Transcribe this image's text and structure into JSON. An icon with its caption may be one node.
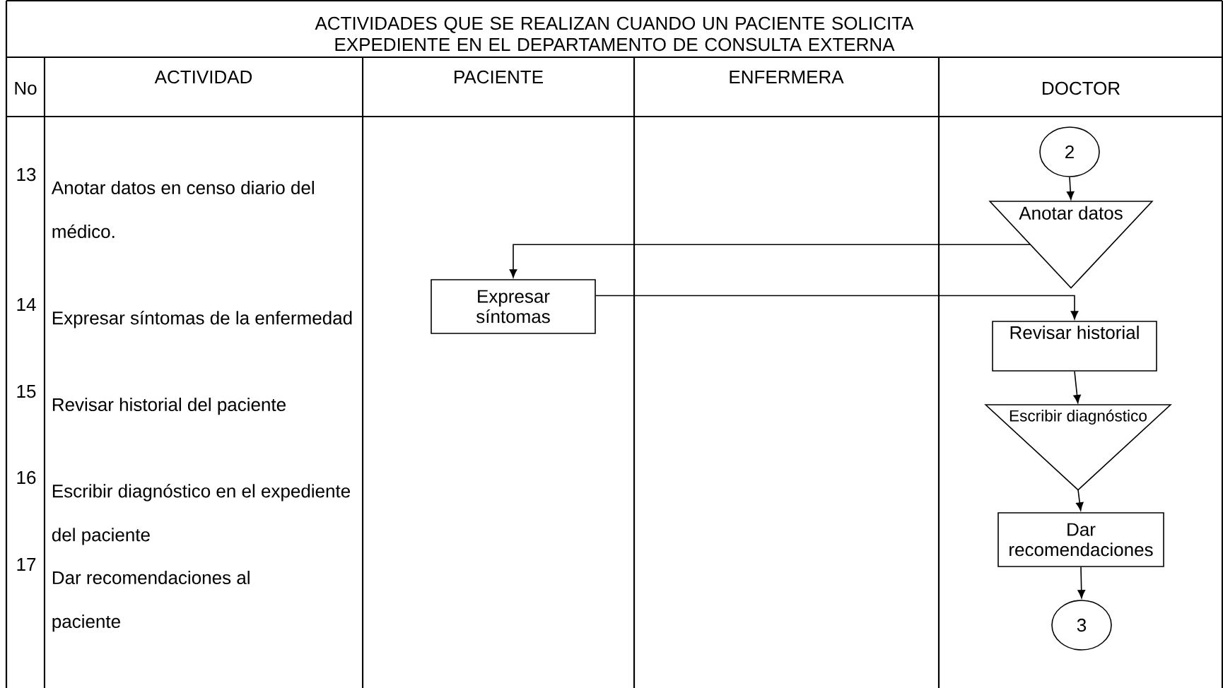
{
  "diagram": {
    "title": "ACTIVIDADES QUE SE REALIZAN CUANDO UN PACIENTE SOLICITA EXPEDIENTE EN EL DEPARTAMENTO DE CONSULTA EXTERNA",
    "nodes": [
      {
        "text": [
          "2"
        ]
      },
      {
        "text": [
          "Anotar datos"
        ]
      },
      {
        "text": [
          "Expresar síntomas"
        ]
      },
      {
        "text": [
          "Revisar historial"
        ]
      },
      {
        "text": [
          "Escribir diagnóstico"
        ]
      },
      {
        "text": [
          "Dar recomendaciones"
        ]
      },
      {
        "text": [
          "3"
        ]
      }
    ],
    "edges": [
      {
        "from": 0,
        "to": 1,
        "arrow": "to"
      },
      {
        "from": 1,
        "to": 2,
        "arrow": "to"
      },
      {
        "from": 2,
        "to": 3,
        "arrow": "to"
      },
      {
        "from": 3,
        "to": 4,
        "arrow": "to"
      },
      {
        "from": 4,
        "to": 5,
        "arrow": "to"
      },
      {
        "from": 5,
        "to": 6,
        "arrow": "to"
      }
    ],
    "labels": [
      "No",
      "ACTIVIDAD",
      "PACIENTE",
      "ENFERMERA",
      "DOCTOR",
      "13",
      "Anotar datos en censo diario del médico.",
      "14",
      "Expresar síntomas de la enfermedad",
      "15",
      "Revisar historial del paciente",
      "16",
      "Escribir diagnóstico en el expediente del paciente",
      "17",
      "Dar recomendaciones al paciente"
    ]
  }
}
